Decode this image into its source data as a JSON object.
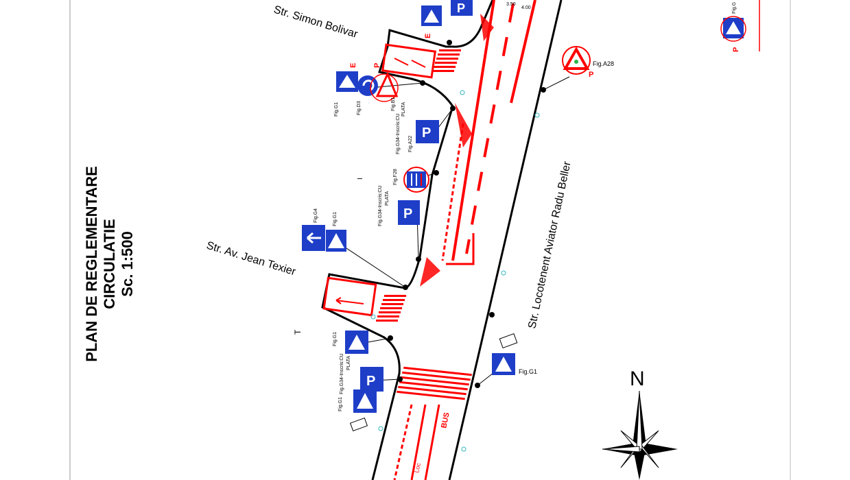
{
  "title": {
    "line1": "PLAN DE REGLEMENTARE",
    "line2": "CIRCULATIE",
    "scale": "Sc. 1:500"
  },
  "streets": {
    "bolivar": "Str. Simon Bolivar",
    "texier": "Str. Av. Jean Texier",
    "beller": "Str. Locotenent Aviator Radu Beller"
  },
  "north": "N",
  "markings": {
    "bus": "BUS",
    "loc": "Loc"
  },
  "dimensions": {
    "d1": "3.50",
    "d2": "4.00"
  },
  "signs": {
    "g1_a": "Fig.G1",
    "g1_b": "Fig.G1",
    "g1_c": "Fig.G1",
    "g1_d": "Fig.G1",
    "g1_e": "Fig.G1",
    "g4": "Fig.G4",
    "g34_a": "Fig.G34-Inscris:CU",
    "g34_plata_a": "PLATA",
    "g34_b": "Fig.G34-Inscris:CU",
    "g34_plata_b": "PLATA",
    "g34_c": "Fig.G34-Inscris:CU",
    "g34_plata_c": "PLATA",
    "a22": "Fig.A22",
    "f28": "Fig.F28",
    "a28": "Fig.A28",
    "b1": "Fig.B1",
    "d3": "Fig.D3",
    "corner": "Fig.G",
    "t_label": "T",
    "i_label": "I",
    "e_letter": "E",
    "p_letter": "P"
  },
  "colors": {
    "road_marking": "#ff0000",
    "sign_blue": "#1e3ec8",
    "curb": "#000000"
  }
}
